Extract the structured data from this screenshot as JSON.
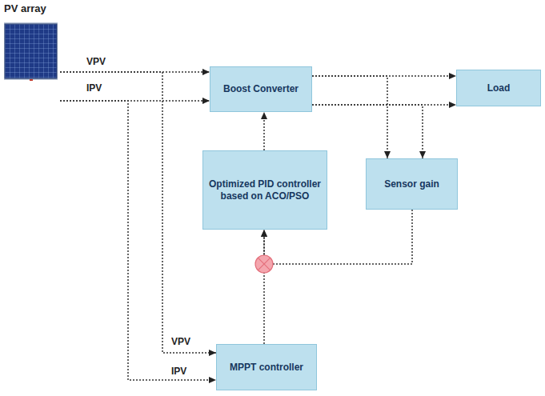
{
  "diagram": {
    "nodes": [
      {
        "text": [
          "PV array"
        ]
      },
      {
        "text": [
          "Boost Converter"
        ]
      },
      {
        "text": [
          "Load"
        ]
      },
      {
        "text": [
          "Optimized PID controller based on ACO/PSO"
        ]
      },
      {
        "text": [
          "Sensor gain"
        ]
      },
      {
        "text": [
          "MPPT controller"
        ]
      }
    ],
    "edges": [
      {
        "from": 0,
        "to": 1,
        "label": "VPV",
        "arrow": "to"
      },
      {
        "from": 0,
        "to": 1,
        "label": "IPV",
        "arrow": "to"
      },
      {
        "from": 1,
        "to": 2,
        "arrow": "to"
      },
      {
        "from": 1,
        "to": 2,
        "arrow": "to"
      },
      {
        "from": 1,
        "to": 4,
        "arrow": "to"
      },
      {
        "from": 1,
        "to": 4,
        "arrow": "to"
      },
      {
        "from": 3,
        "to": 1,
        "arrow": "to"
      },
      {
        "from": 4,
        "to": 3,
        "arrow": "to"
      },
      {
        "from": 5,
        "to": 3,
        "arrow": "to"
      },
      {
        "from": 0,
        "to": 5,
        "label": "VPV",
        "arrow": "to"
      },
      {
        "from": 0,
        "to": 5,
        "label": "IPV",
        "arrow": "to"
      }
    ]
  }
}
